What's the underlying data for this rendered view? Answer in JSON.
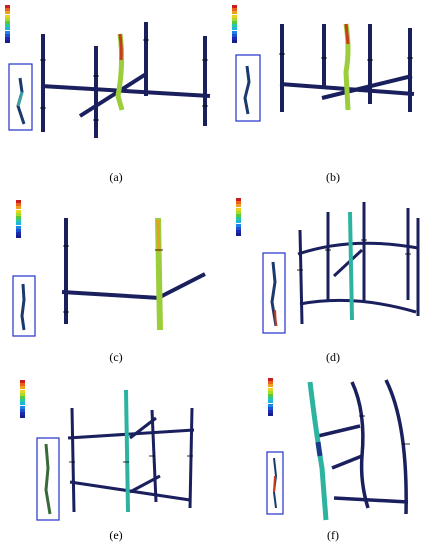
{
  "panels": [
    {
      "id": "a",
      "caption": "(a)"
    },
    {
      "id": "b",
      "caption": "(b)"
    },
    {
      "id": "c",
      "caption": "(c)"
    },
    {
      "id": "d",
      "caption": "(d)"
    },
    {
      "id": "e",
      "caption": "(e)"
    },
    {
      "id": "f",
      "caption": "(f)"
    }
  ],
  "legend_colors": [
    "#c81e1e",
    "#e8641e",
    "#f0a01e",
    "#e8d21e",
    "#a8dc28",
    "#5ac83c",
    "#28c8a0",
    "#1eb4dc",
    "#1e82e6",
    "#1e50d2",
    "#1e28b4",
    "#141e8c"
  ],
  "colors": {
    "frame": "#1a1f5e",
    "inset_border": "#2233cc",
    "stress_high": "#c83c1e",
    "stress_mid": "#9ccd3a",
    "stress_low": "#2cb4a0"
  }
}
